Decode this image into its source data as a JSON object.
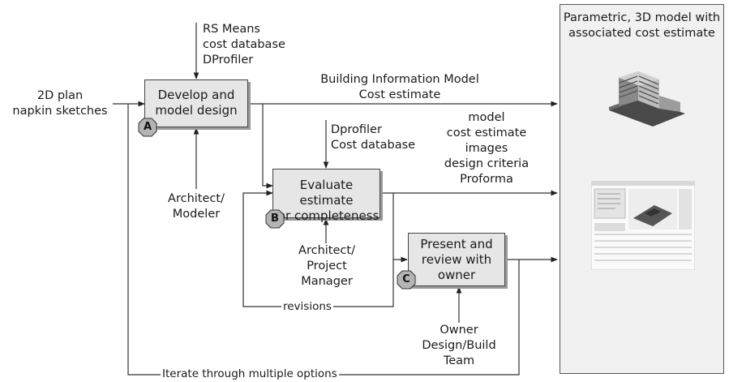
{
  "inputs": {
    "plan": [
      "2D plan",
      "napkin sketches"
    ],
    "rs_means": [
      "RS Means",
      "cost database",
      "DProfiler"
    ],
    "dprofiler": [
      "Dprofiler",
      "Cost database"
    ]
  },
  "roles": {
    "architect_modeler": [
      "Architect/",
      "Modeler"
    ],
    "architect_pm": [
      "Architect/",
      "Project",
      "Manager"
    ],
    "owner": [
      "Owner",
      "Design/Build",
      "Team"
    ]
  },
  "steps": {
    "a": {
      "badge": "A",
      "lines": [
        "Develop and",
        "model design"
      ]
    },
    "b": {
      "badge": "B",
      "lines": [
        "Evaluate estimate",
        "for completeness"
      ]
    },
    "c": {
      "badge": "C",
      "lines": [
        "Present and",
        "review with",
        "owner"
      ]
    }
  },
  "outputs": {
    "bim": [
      "Building Information  Model",
      "Cost estimate"
    ],
    "evaluation": [
      "model",
      "cost estimate",
      "images",
      "design criteria",
      "Proforma"
    ]
  },
  "loops": {
    "revisions": "revisions",
    "iterate": "Iterate through multiple options"
  },
  "panel": {
    "title": [
      "Parametric, 3D model with",
      "associated cost estimate"
    ]
  },
  "colors": {
    "box_fill": "#e6e6e6",
    "panel_fill": "#f1f1f1",
    "badge_fill": "#b4b4b4"
  }
}
